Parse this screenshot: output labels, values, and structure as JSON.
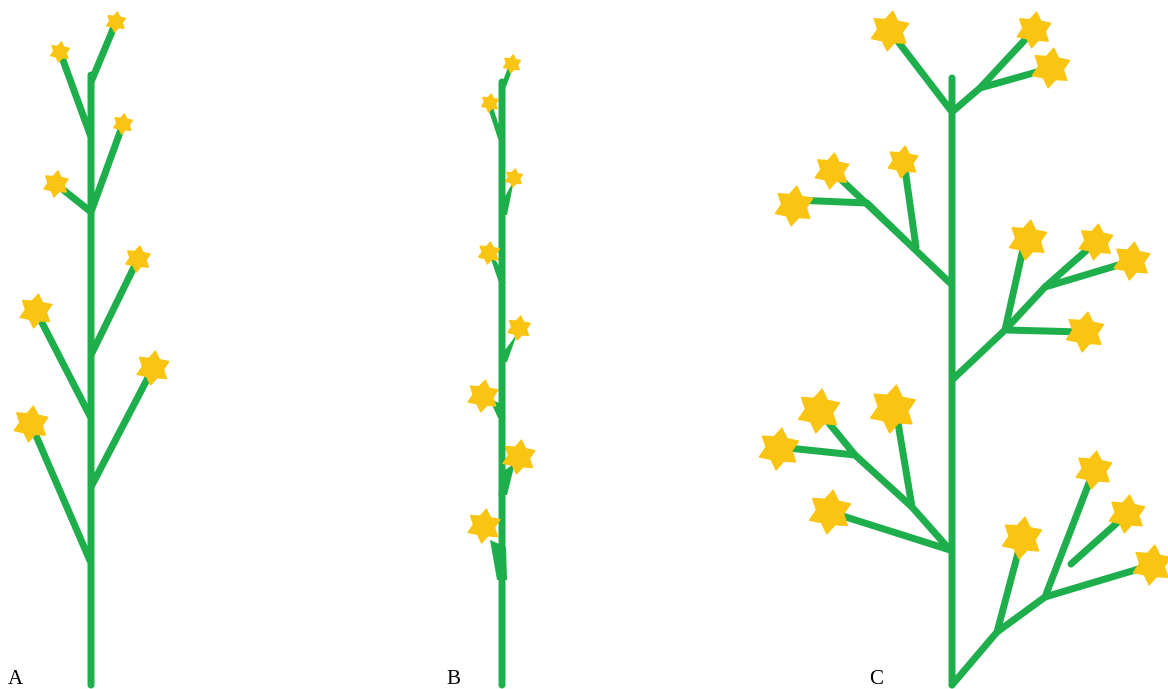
{
  "figure": {
    "panels": [
      {
        "id": "A",
        "label": "A"
      },
      {
        "id": "B",
        "label": "B"
      },
      {
        "id": "C",
        "label": "C"
      }
    ]
  },
  "colors": {
    "stem": "#1eaf4c",
    "flower": "#f9c512",
    "background": "#ffffff"
  }
}
